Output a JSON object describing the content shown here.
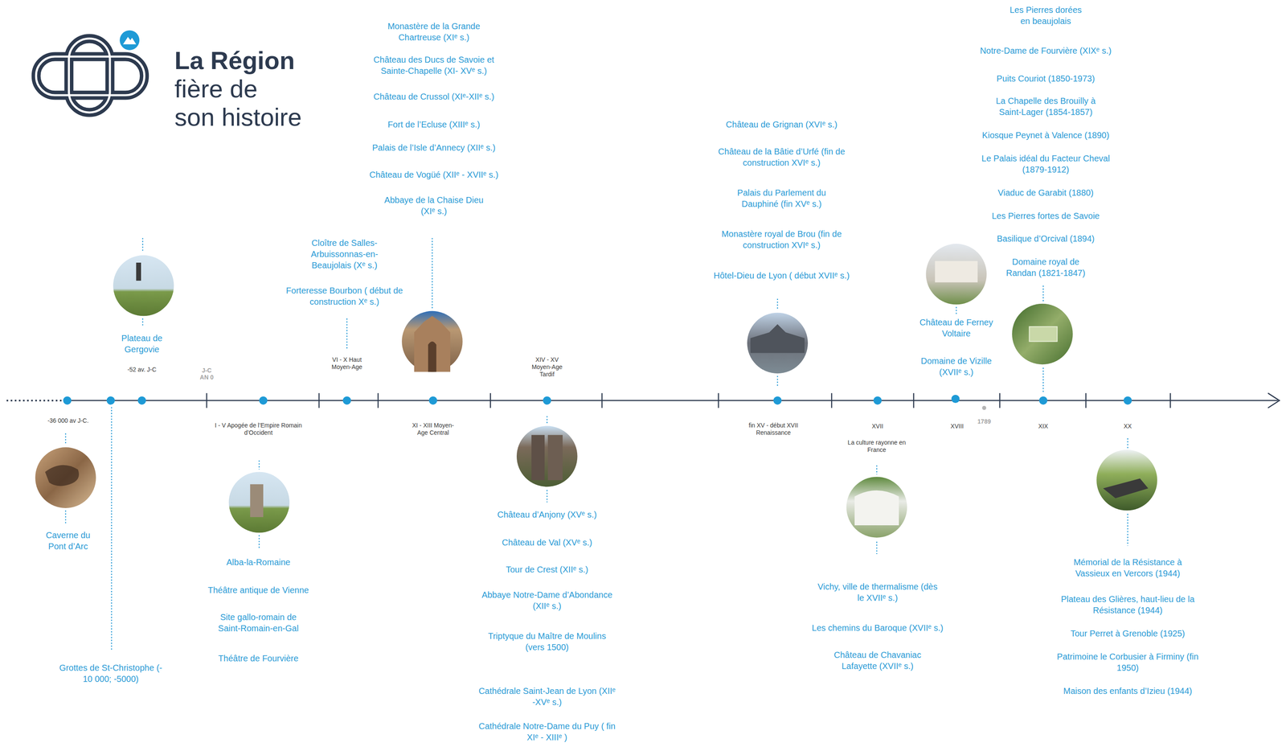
{
  "diagram": {
    "title": "La Région fière de son histoire",
    "labels": [
      "Plateau de Gergovie",
      "-52 av. J-C",
      "J-C AN 0",
      "Cloître de Salles-Arbuissonnas-en-Beaujolais (Xᵉ s.)",
      "Forteresse Bourbon ( début de construction Xᵉ s.)",
      "VI - X Haut Moyen-Age",
      "Monastère de la Grande Chartreuse (XIᵉ s.)",
      "Château des Ducs de Savoie et Sainte-Chapelle (XI- XVᵉ s.)",
      "Château de Crussol (XIᵉ-XIIᵉ s.)",
      "Fort de l’Ecluse (XIIIᵉ s.)",
      "Palais de l’Isle d’Annecy (XIIᵉ s.)",
      "Château de Vogüé (XIIᵉ - XVIIᵉ s.)",
      "Abbaye de la Chaise Dieu (XIᵉ s.)",
      "XIV - XV Moyen-Age Tardif",
      "Château de Grignan (XVIᵉ s.)",
      "Château de la Bâtie d’Urfé (fin de construction XVIᵉ s.)",
      "Palais du Parlement du Dauphiné (fin XVᵉ s.)",
      "Monastère royal de Brou (fin de construction XVIᵉ s.)",
      "Hôtel-Dieu de Lyon ( début XVIIᵉ s.)",
      "Château de Ferney Voltaire",
      "Domaine de Vizille (XVIIᵉ s.)",
      "Les Pierres dorées en beaujolais",
      "Notre-Dame de Fourvière (XIXᵉ s.)",
      "Puits Couriot (1850-1973)",
      "La Chapelle des Brouilly à Saint-Lager (1854-1857)",
      "Kiosque Peynet à Valence (1890)",
      "Le Palais idéal du Facteur Cheval (1879-1912)",
      "Viaduc de Garabit (1880)",
      "Les Pierres fortes de Savoie",
      "Basilique d’Orcival (1894)",
      "Domaine royal de Randan (1821-1847)",
      "-36 000 av J-C.",
      "Caverne du Pont d’Arc",
      "Grottes de St-Christophe (- 10 000; -5000)",
      "I - V Apogée de l’Empire Romain d’Occident",
      "Alba-la-Romaine",
      "Théâtre antique de Vienne",
      "Site gallo-romain de Saint-Romain-en-Gal",
      "Théâtre de Fourvière",
      "XI - XIII Moyen-Age Central",
      "Château d’Anjony (XVᵉ s.)",
      "Château de Val (XVᵉ s.)",
      "Tour de Crest (XIIᵉ s.)",
      "Abbaye Notre-Dame d’Abondance (XIIᵉ s.)",
      "Triptyque du Maître de Moulins (vers 1500)",
      "Cathédrale Saint-Jean de Lyon (XIIᵉ -XVᵉ s.)",
      "Cathédrale Notre-Dame du Puy ( fin XIᵉ - XIIIᵉ )",
      "fin XV - début XVII Renaissance",
      "XVII",
      "La culture rayonne en France",
      "Vichy, ville de thermalisme (dès le XVIIᵉ s.)",
      "Les chemins du Baroque (XVIIᵉ s.)",
      "Château de Chavaniac Lafayette (XVIIᵉ s.)",
      "XVIII",
      "1789",
      "XIX",
      "XX",
      "Mémorial de la Résistance à Vassieux en Vercors (1944)",
      "Plateau des Glières, haut-lieu de la Résistance (1944)",
      "Tour Perret à Grenoble (1925)",
      "Patrimoine le Corbusier à Firminy (fin 1950)",
      "Maison des enfants d’Izieu (1944)"
    ]
  }
}
